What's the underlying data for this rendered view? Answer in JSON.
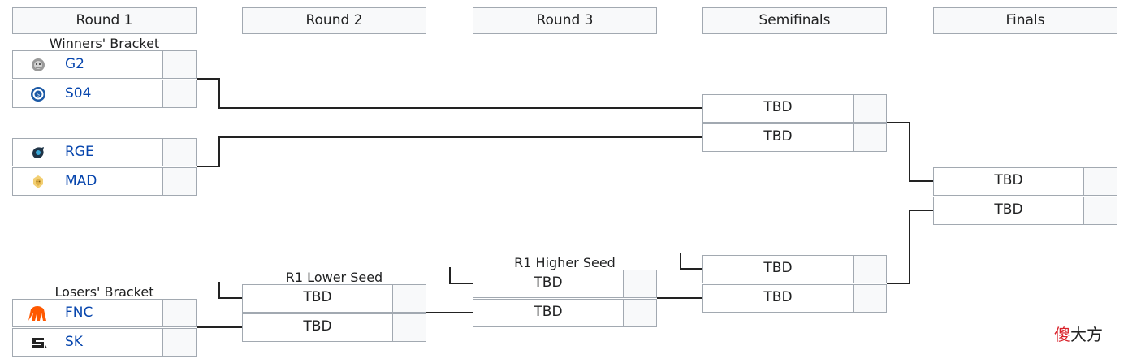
{
  "headers": [
    "Round 1",
    "Round 2",
    "Round 3",
    "Semifinals",
    "Finals"
  ],
  "labels": {
    "winners_bracket": "Winners' Bracket",
    "losers_bracket": "Losers' Bracket",
    "r1_lower_seed": "R1 Lower Seed",
    "r1_higher_seed": "R1 Higher Seed"
  },
  "teams": {
    "g2": {
      "name": "G2",
      "icon": "g2-logo-icon"
    },
    "s04": {
      "name": "S04",
      "icon": "schalke-logo-icon"
    },
    "rge": {
      "name": "RGE",
      "icon": "rogue-logo-icon"
    },
    "mad": {
      "name": "MAD",
      "icon": "mad-lions-logo-icon"
    },
    "fnc": {
      "name": "FNC",
      "icon": "fnatic-logo-icon"
    },
    "sk": {
      "name": "SK",
      "icon": "sk-gaming-logo-icon"
    }
  },
  "tbd": "TBD",
  "watermark": {
    "part1": "傻",
    "part2": "大方"
  },
  "colors": {
    "link": "#0645ad",
    "border": "#a2a9b1",
    "header_bg": "#f8f9fa",
    "fnatic_orange": "#ff5900",
    "watermark_red": "#d9232b"
  }
}
